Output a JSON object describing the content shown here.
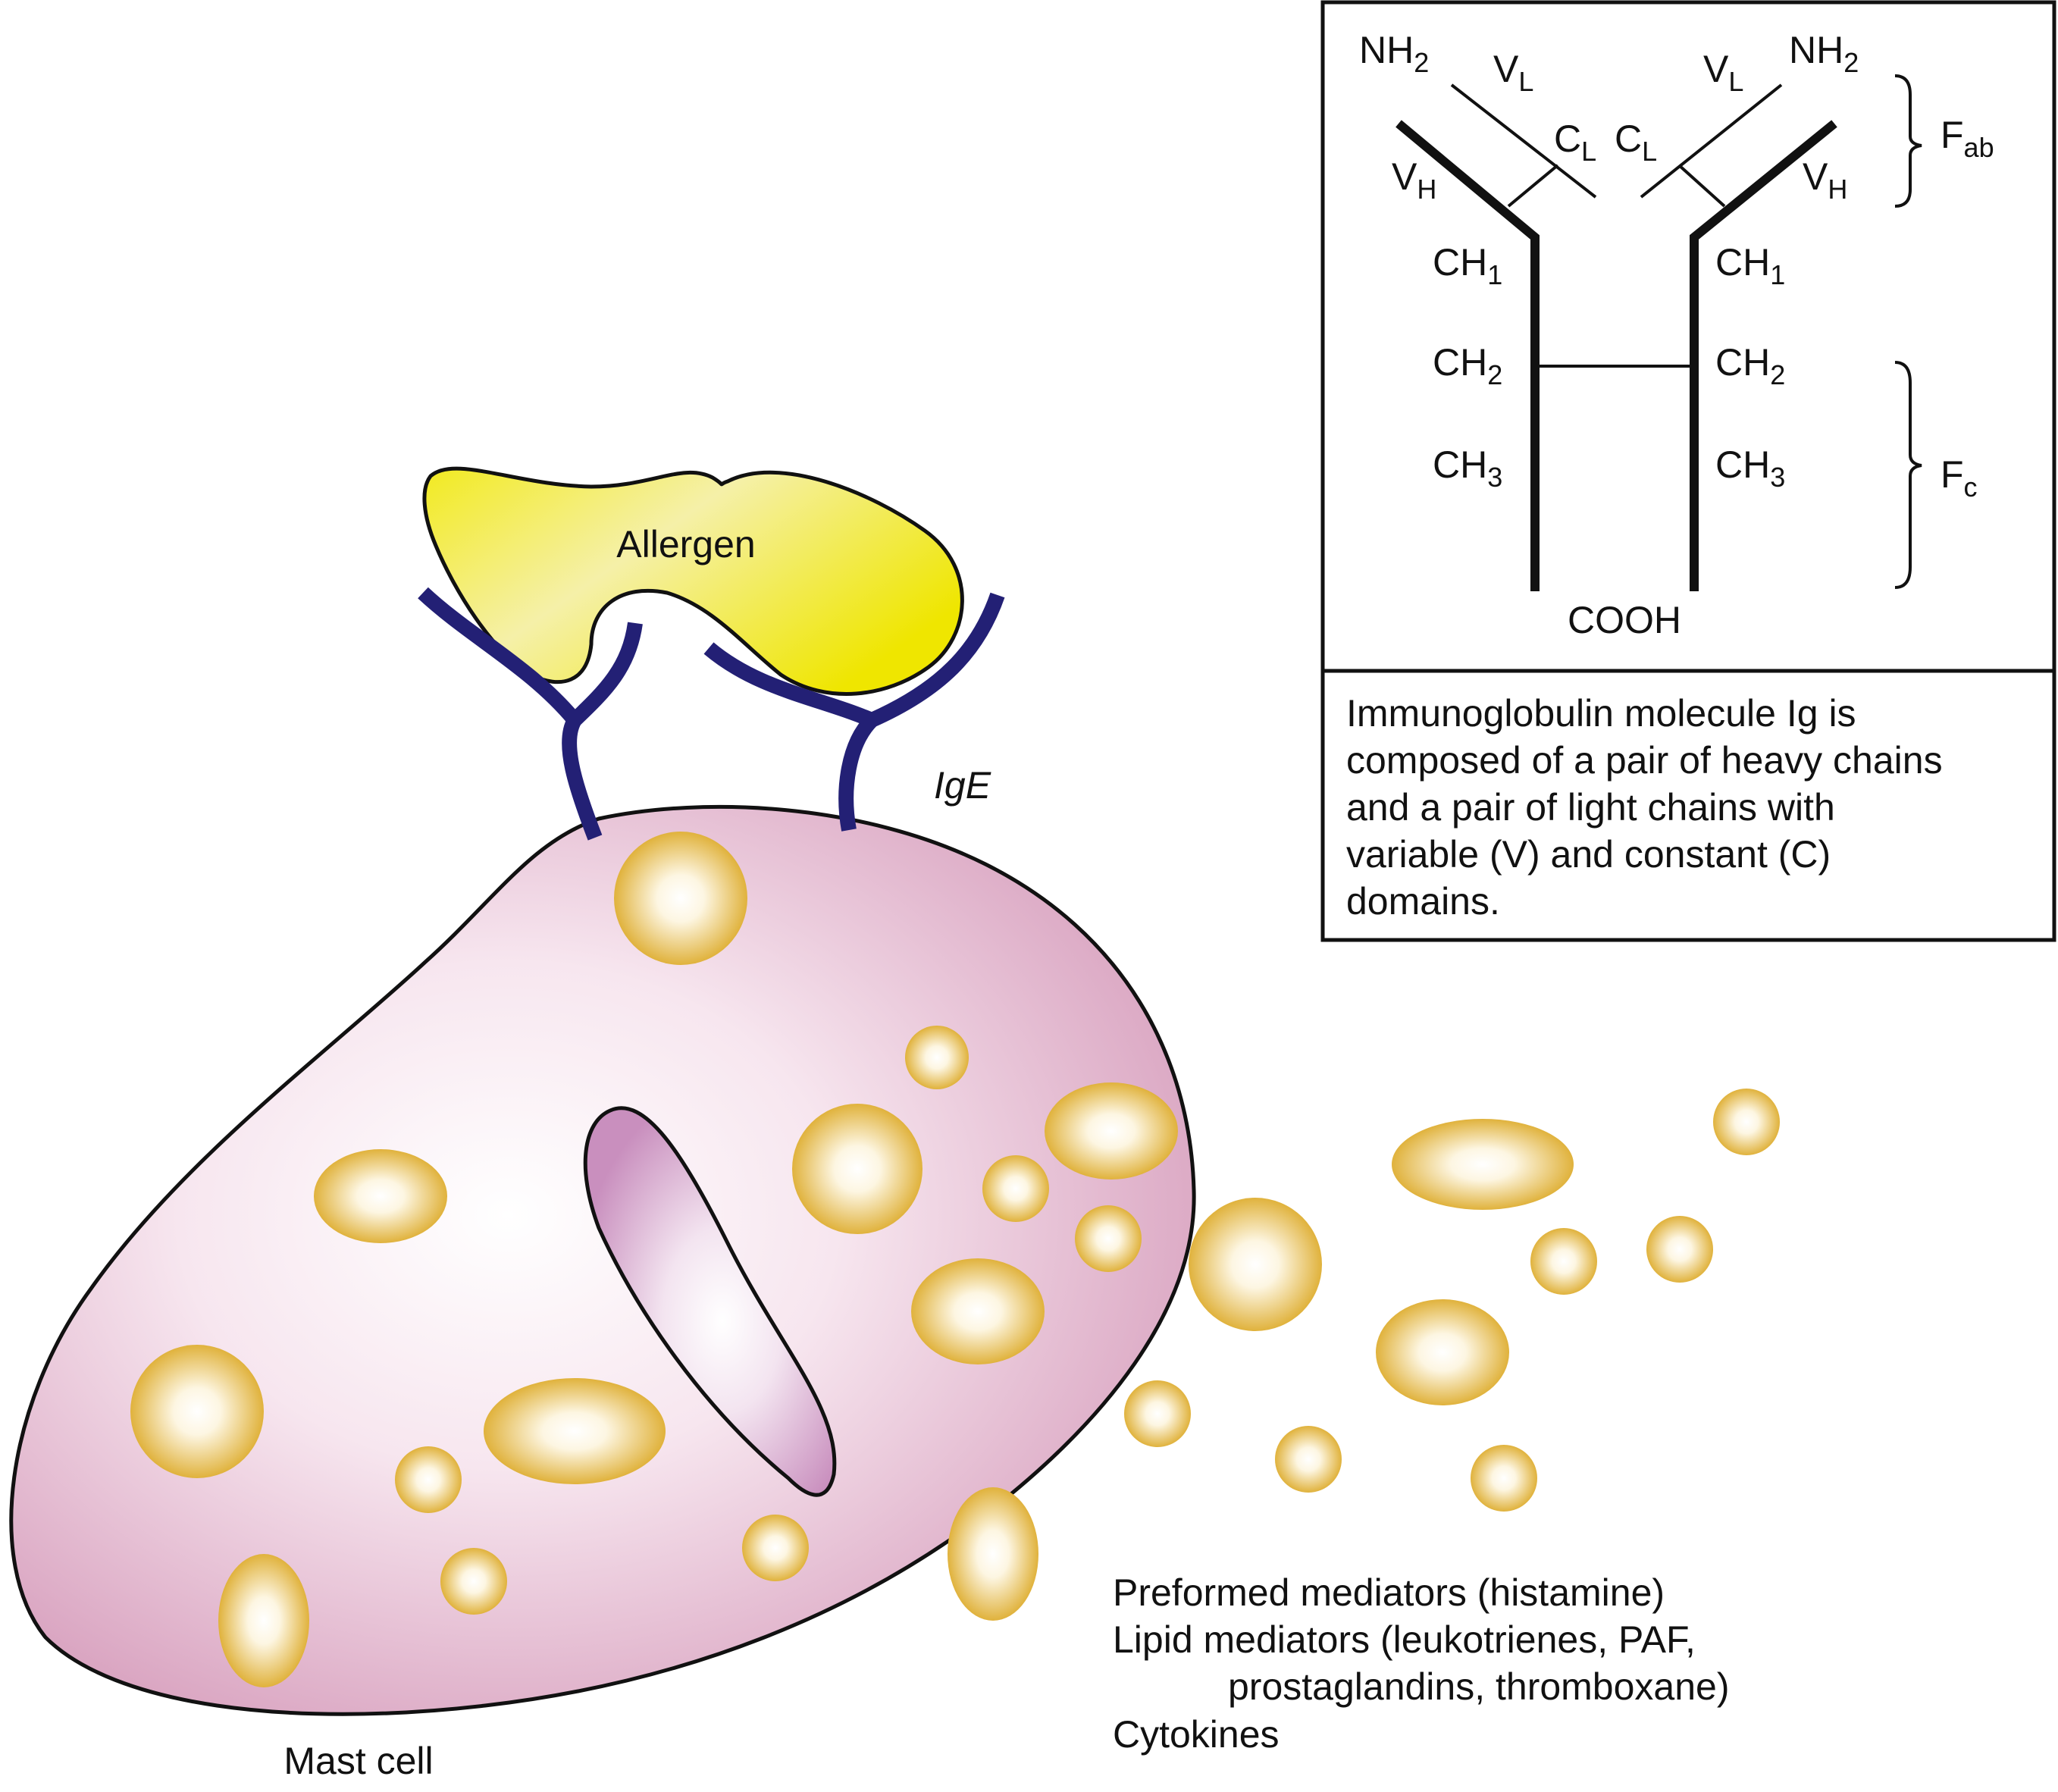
{
  "diagram": {
    "allergen_label": "Allergen",
    "ige_label": "IgE",
    "mast_cell_label": "Mast cell",
    "mediators": [
      "Preformed mediators (histamine)",
      "Lipid mediators (leukotrienes, PAF,",
      "prostaglandins, thromboxane)",
      "Cytokines"
    ]
  },
  "antibody": {
    "nh2_left": {
      "main": "NH",
      "sub": "2"
    },
    "nh2_right": {
      "main": "NH",
      "sub": "2"
    },
    "vl_left": {
      "main": "V",
      "sub": "L"
    },
    "vl_right": {
      "main": "V",
      "sub": "L"
    },
    "cl_left": {
      "main": "C",
      "sub": "L"
    },
    "cl_right": {
      "main": "C",
      "sub": "L"
    },
    "vh_left": {
      "main": "V",
      "sub": "H"
    },
    "vh_right": {
      "main": "V",
      "sub": "H"
    },
    "ch1_left": {
      "main": "CH",
      "sub": "1"
    },
    "ch1_right": {
      "main": "CH",
      "sub": "1"
    },
    "ch2_left": {
      "main": "CH",
      "sub": "2"
    },
    "ch2_right": {
      "main": "CH",
      "sub": "2"
    },
    "ch3_left": {
      "main": "CH",
      "sub": "3"
    },
    "ch3_right": {
      "main": "CH",
      "sub": "3"
    },
    "cooh": "COOH",
    "fab": {
      "main": "F",
      "sub": "ab"
    },
    "fc": {
      "main": "F",
      "sub": "c"
    },
    "caption": [
      "Immunoglobulin molecule Ig is",
      "composed of a pair of heavy chains",
      "and a pair of light chains with",
      "variable (V) and constant (C)",
      "domains."
    ]
  },
  "colors": {
    "cell_fill_outer": "#d9a3c0",
    "cell_fill_inner": "#ffffff",
    "nucleus_fill": "#c98fbe",
    "granule_fill": "#e0b23c",
    "allergen_fill": "#f0e800",
    "ige_color": "#232075",
    "line_color": "#111111"
  }
}
